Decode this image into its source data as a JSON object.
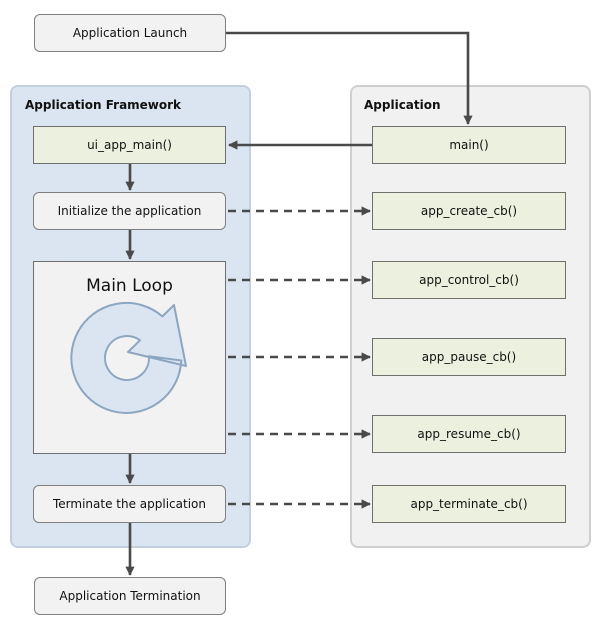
{
  "nodes": {
    "launch": "Application Launch",
    "termination": "Application Termination"
  },
  "framework": {
    "title": "Application Framework",
    "ui_app_main": "ui_app_main()",
    "initialize": "Initialize the application",
    "main_loop": "Main Loop",
    "terminate": "Terminate the application"
  },
  "application": {
    "title": "Application",
    "main": "main()",
    "callbacks": [
      "app_create_cb()",
      "app_control_cb()",
      "app_pause_cb()",
      "app_resume_cb()",
      "app_terminate_cb()"
    ]
  },
  "colors": {
    "framework_panel": "#dbe5f1",
    "application_panel": "#f1f1f1",
    "callback_box": "#ebf1de",
    "arrow": "#4a4a4a",
    "loop_icon_fill": "#dbe5f1",
    "loop_icon_stroke": "#8da6c0"
  },
  "icons": {
    "main_loop": "circular-refresh-arrow-icon"
  }
}
